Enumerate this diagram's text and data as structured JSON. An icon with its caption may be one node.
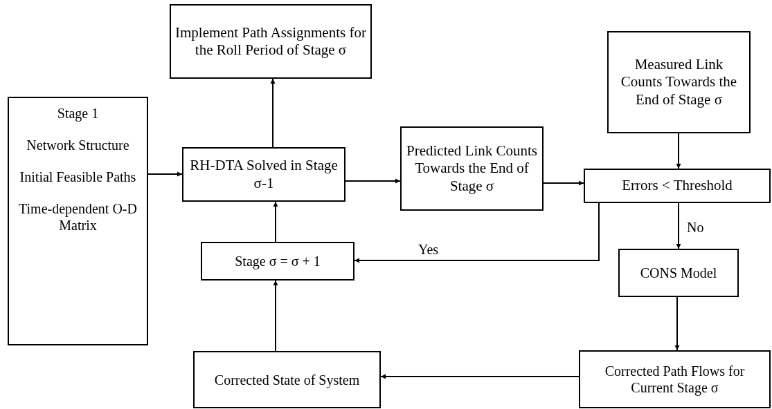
{
  "diagram": {
    "nodes": [
      {
        "text": [
          "Implement Path Assignments for the Roll Period of Stage σ"
        ]
      },
      {
        "text": [
          "Stage 1",
          "Network Structure",
          "Initial Feasible Paths",
          "Time-dependent O-D Matrix"
        ]
      },
      {
        "text": [
          "RH-DTA Solved in Stage σ-1"
        ]
      },
      {
        "text": [
          "Predicted Link Counts Towards the End of Stage σ"
        ]
      },
      {
        "text": [
          "Measured Link Counts Towards the End of Stage σ"
        ]
      },
      {
        "text": [
          "Errors < Threshold"
        ]
      },
      {
        "text": [
          "Stage  σ = σ + 1"
        ]
      },
      {
        "text": [
          "CONS Model"
        ]
      },
      {
        "text": [
          "Corrected State of System"
        ]
      },
      {
        "text": [
          "Corrected Path Flows for Current Stage σ"
        ]
      }
    ],
    "edges": [
      {
        "from": 1,
        "to": 2,
        "arrow": "to"
      },
      {
        "from": 2,
        "to": 0,
        "arrow": "to"
      },
      {
        "from": 2,
        "to": 3,
        "arrow": "to"
      },
      {
        "from": 3,
        "to": 5,
        "arrow": "to"
      },
      {
        "from": 4,
        "to": 5,
        "arrow": "to"
      },
      {
        "from": 5,
        "to": 6,
        "arrow": "to",
        "label": "Yes"
      },
      {
        "from": 5,
        "to": 7,
        "arrow": "to",
        "label": "No"
      },
      {
        "from": 7,
        "to": 9,
        "arrow": "to"
      },
      {
        "from": 9,
        "to": 8,
        "arrow": "to"
      },
      {
        "from": 8,
        "to": 6,
        "arrow": "to"
      },
      {
        "from": 6,
        "to": 2,
        "arrow": "to"
      }
    ]
  }
}
